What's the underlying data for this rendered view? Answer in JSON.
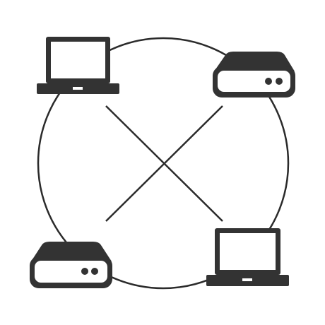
{
  "diagram": {
    "type": "network-topology",
    "connections": [
      "ring",
      "cross"
    ],
    "nodes": [
      {
        "kind": "laptop",
        "icon": "laptop-icon"
      },
      {
        "kind": "server",
        "icon": "server-icon"
      },
      {
        "kind": "server",
        "icon": "server-icon"
      },
      {
        "kind": "laptop",
        "icon": "laptop-icon"
      }
    ]
  },
  "colors": {
    "background": "#ffffff",
    "stroke": "#2b2b2b",
    "device_fill": "#333333",
    "device_inner": "#ffffff"
  }
}
